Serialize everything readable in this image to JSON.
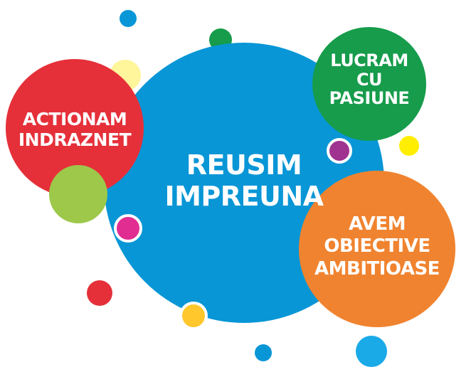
{
  "center": {
    "lines": [
      "REUSIM",
      "IMPREUNA"
    ],
    "color": "#0896d6"
  },
  "bubbles": [
    {
      "id": "actionam",
      "lines": [
        "ACTIONAM",
        "INDRAZNET"
      ],
      "color": "#e5303a"
    },
    {
      "id": "lucram",
      "lines": [
        "LUCRAM",
        "CU",
        "PASIUNE"
      ],
      "color": "#169c4b"
    },
    {
      "id": "avem",
      "lines": [
        "AVEM",
        "OBIECTIVE",
        "AMBITIOASE"
      ],
      "color": "#f0832f"
    }
  ],
  "dot_colors": [
    "#0896d6",
    "#169c4b",
    "#fff59a",
    "#9dc84a",
    "#e12d91",
    "#e5303a",
    "#ffc72c",
    "#a0338f",
    "#ffee00",
    "#1aaae8"
  ]
}
